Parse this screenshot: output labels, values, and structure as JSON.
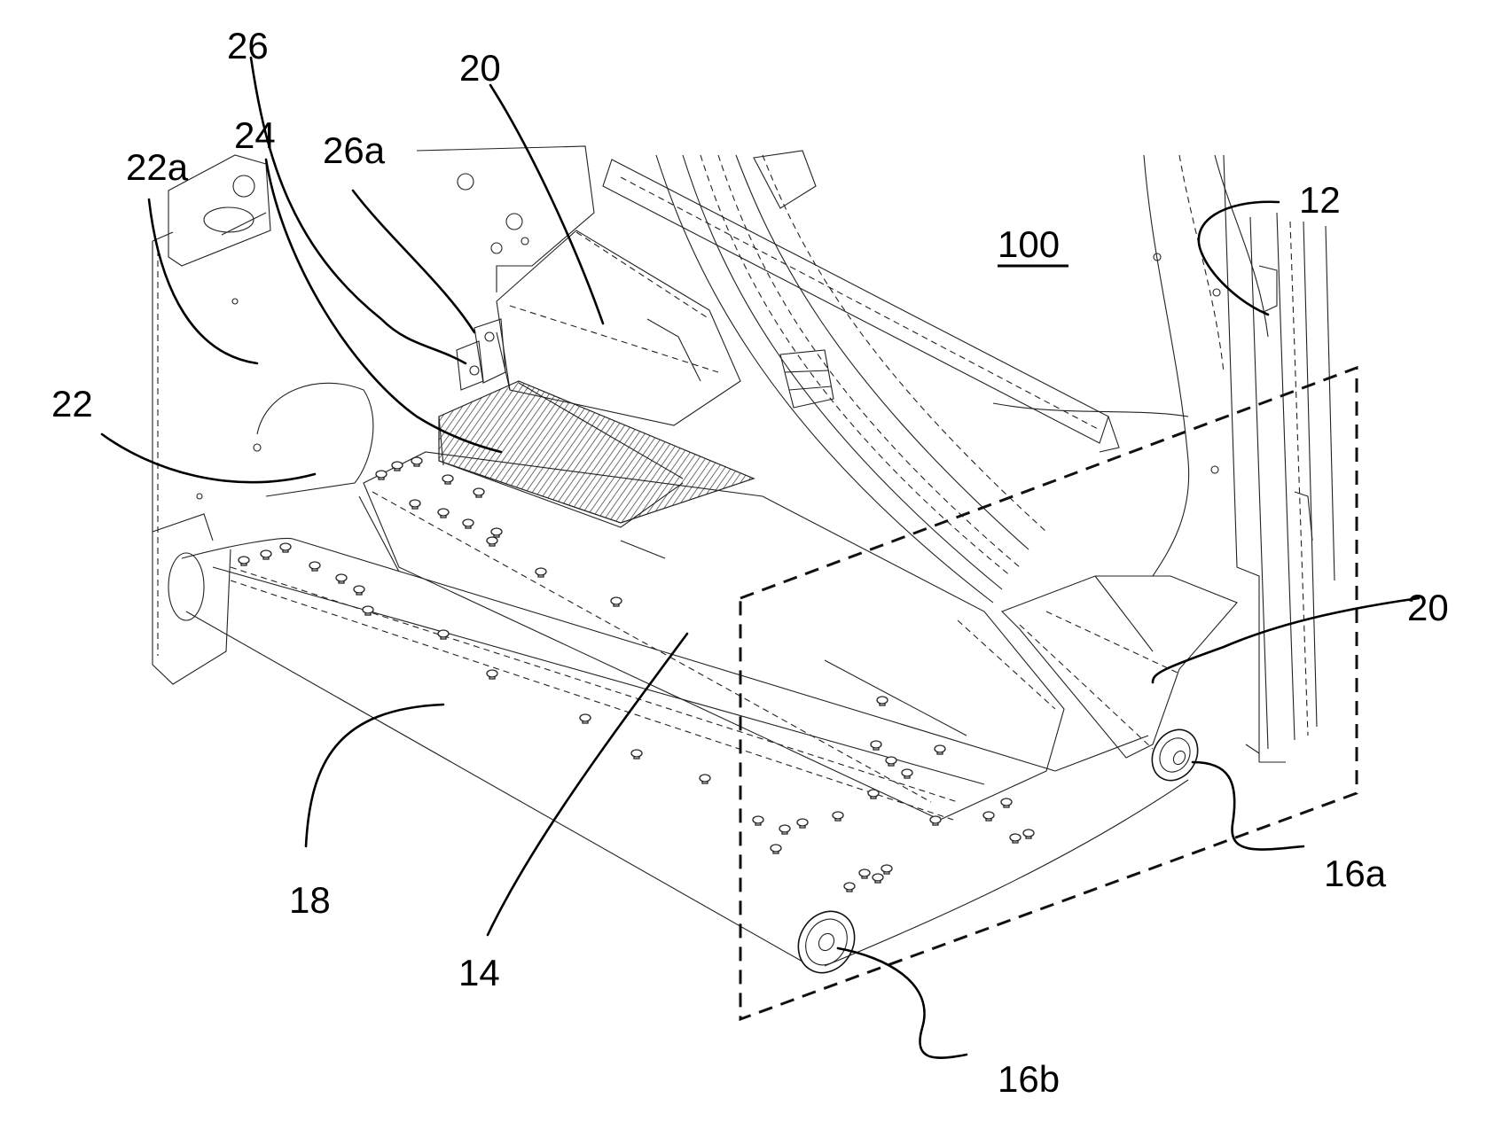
{
  "figure": {
    "labels": [
      {
        "id": "lbl-26",
        "text": "26"
      },
      {
        "id": "lbl-20-top",
        "text": "20"
      },
      {
        "id": "lbl-24",
        "text": "24"
      },
      {
        "id": "lbl-26a",
        "text": "26a"
      },
      {
        "id": "lbl-22a",
        "text": "22a"
      },
      {
        "id": "lbl-22",
        "text": "22"
      },
      {
        "id": "lbl-12",
        "text": "12"
      },
      {
        "id": "lbl-100",
        "text": "100"
      },
      {
        "id": "lbl-20-right",
        "text": "20"
      },
      {
        "id": "lbl-16a",
        "text": "16a"
      },
      {
        "id": "lbl-18",
        "text": "18"
      },
      {
        "id": "lbl-14",
        "text": "14"
      },
      {
        "id": "lbl-16b",
        "text": "16b"
      }
    ]
  }
}
